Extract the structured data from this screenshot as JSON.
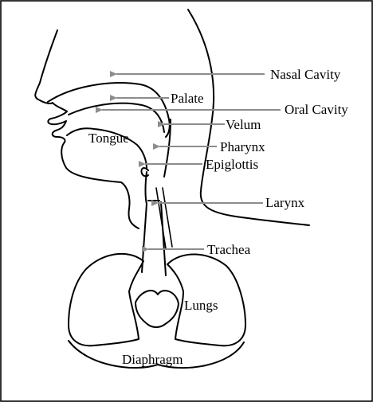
{
  "colors": {
    "outline": "#000000",
    "pointer": "#8c8c8c",
    "background": "#ffffff"
  },
  "labels": {
    "nasal_cavity": "Nasal Cavity",
    "palate": "Palate",
    "oral_cavity": "Oral Cavity",
    "velum": "Velum",
    "tongue": "Tongue",
    "pharynx": "Pharynx",
    "epiglottis": "Epiglottis",
    "larynx": "Larynx",
    "trachea": "Trachea",
    "lungs": "Lungs",
    "diaphragm": "Diaphragm"
  }
}
